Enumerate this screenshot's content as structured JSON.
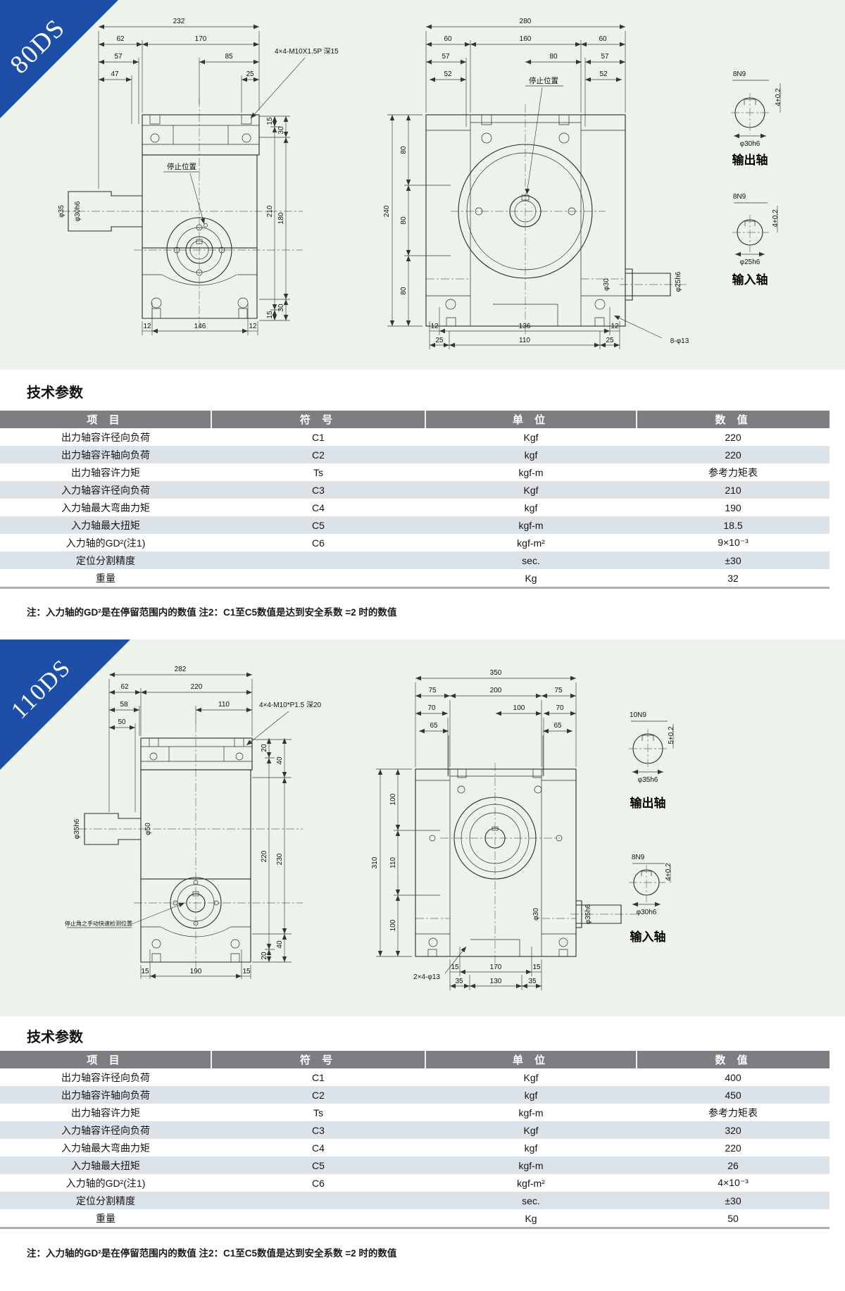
{
  "ribbons": {
    "s1": "80DS",
    "s2": "110DS"
  },
  "s1": {
    "front": {
      "w_total": "232",
      "w_left": "62",
      "w_right": "170",
      "w_57": "57",
      "w_85": "85",
      "w_47": "47",
      "w_25": "25",
      "thread_note": "4×4-M10X1.5P 深15",
      "stop_label": "停止位置",
      "shaft_d1": "φ35",
      "shaft_d2": "φ30h6",
      "r_15t": "15",
      "r_30t": "30",
      "r_210": "210",
      "r_180": "180",
      "r_15b": "15",
      "r_30b": "30",
      "b_12l": "12",
      "b_146": "146",
      "b_12r": "12"
    },
    "side": {
      "w_total": "280",
      "w_60l": "60",
      "w_160": "160",
      "w_60r": "60",
      "w_57l": "57",
      "w_80": "80",
      "w_57r": "57",
      "w_52l": "52",
      "w_52r": "52",
      "stop_label": "停止位置",
      "h_240": "240",
      "h_80a": "80",
      "h_80b": "80",
      "h_80c": "80",
      "d_30": "φ30",
      "d_25h6": "φ25h6",
      "holes": "8-φ13",
      "b_12l": "12",
      "b_136": "136",
      "b_12r": "12",
      "b_25l": "25",
      "b_110": "110",
      "b_25r": "25"
    },
    "shaft_out": {
      "key": "8N9",
      "depth": "4+0.2",
      "dia": "φ30h6",
      "label": "输出轴"
    },
    "shaft_in": {
      "key": "8N9",
      "depth": "4+0.2",
      "dia": "φ25h6",
      "label": "输入轴"
    }
  },
  "table1": {
    "title": "技术参数",
    "headers": [
      "项 目",
      "符 号",
      "单 位",
      "数 值"
    ],
    "rows": [
      [
        "出力轴容许径向负荷",
        "C1",
        "Kgf",
        "220"
      ],
      [
        "出力轴容许轴向负荷",
        "C2",
        "kgf",
        "220"
      ],
      [
        "出力轴容许力矩",
        "Ts",
        "kgf-m",
        "参考力矩表"
      ],
      [
        "入力轴容许径向负荷",
        "C3",
        "Kgf",
        "210"
      ],
      [
        "入力轴最大弯曲力矩",
        "C4",
        "kgf",
        "190"
      ],
      [
        "入力轴最大扭矩",
        "C5",
        "kgf-m",
        "18.5"
      ],
      [
        "入力轴的GD²(注1)",
        "C6",
        "kgf-m²",
        "9×10⁻³"
      ],
      [
        "定位分割精度",
        "",
        "sec.",
        "±30"
      ],
      [
        "重量",
        "",
        "Kg",
        "32"
      ]
    ],
    "note": "注：入力轴的GD²是在停留范围内的数值  注2：C1至C5数值是达到安全系数 =2 时的数值"
  },
  "s2": {
    "front": {
      "w_total": "282",
      "w_left": "62",
      "w_right": "220",
      "w_58": "58",
      "w_110": "110",
      "w_50": "50",
      "thread_note": "4×4-M10*P1.5 深20",
      "stop_label": "停止角之手动快速检测位置",
      "shaft_d1": "φ35h6",
      "shaft_d2": "φ50",
      "r_20t": "20",
      "r_40t": "40",
      "r_220": "220",
      "r_230": "230",
      "r_20b": "20",
      "r_40b": "40",
      "b_15l": "15",
      "b_190": "190",
      "b_15r": "15"
    },
    "side": {
      "w_total": "350",
      "w_75l": "75",
      "w_200": "200",
      "w_75r": "75",
      "w_70l": "70",
      "w_100": "100",
      "w_70r": "70",
      "w_65l": "65",
      "w_65r": "65",
      "h_310": "310",
      "h_100a": "100",
      "h_110": "110",
      "h_100b": "100",
      "d_30": "φ30",
      "d_35h6": "φ35h6",
      "holes": "2×4-φ13",
      "b_15l": "15",
      "b_170": "170",
      "b_15r": "15",
      "b_35l": "35",
      "b_130": "130",
      "b_35r": "35"
    },
    "shaft_out": {
      "key": "10N9",
      "depth": "5+0.2",
      "dia": "φ35h6",
      "label": "输出轴"
    },
    "shaft_in": {
      "key": "8N9",
      "depth": "4+0.2",
      "dia": "φ30h6",
      "label": "输入轴"
    }
  },
  "table2": {
    "title": "技术参数",
    "headers": [
      "项 目",
      "符 号",
      "单 位",
      "数 值"
    ],
    "rows": [
      [
        "出力轴容许径向负荷",
        "C1",
        "Kgf",
        "400"
      ],
      [
        "出力轴容许轴向负荷",
        "C2",
        "kgf",
        "450"
      ],
      [
        "出力轴容许力矩",
        "Ts",
        "kgf-m",
        "参考力矩表"
      ],
      [
        "入力轴容许径向负荷",
        "C3",
        "Kgf",
        "320"
      ],
      [
        "入力轴最大弯曲力矩",
        "C4",
        "kgf",
        "220"
      ],
      [
        "入力轴最大扭矩",
        "C5",
        "kgf-m",
        "26"
      ],
      [
        "入力轴的GD²(注1)",
        "C6",
        "kgf-m²",
        "4×10⁻³"
      ],
      [
        "定位分割精度",
        "",
        "sec.",
        "±30"
      ],
      [
        "重量",
        "",
        "Kg",
        "50"
      ]
    ],
    "note": "注：入力轴的GD²是在停留范围内的数值  注2：C1至C5数值是达到安全系数 =2 时的数值"
  }
}
